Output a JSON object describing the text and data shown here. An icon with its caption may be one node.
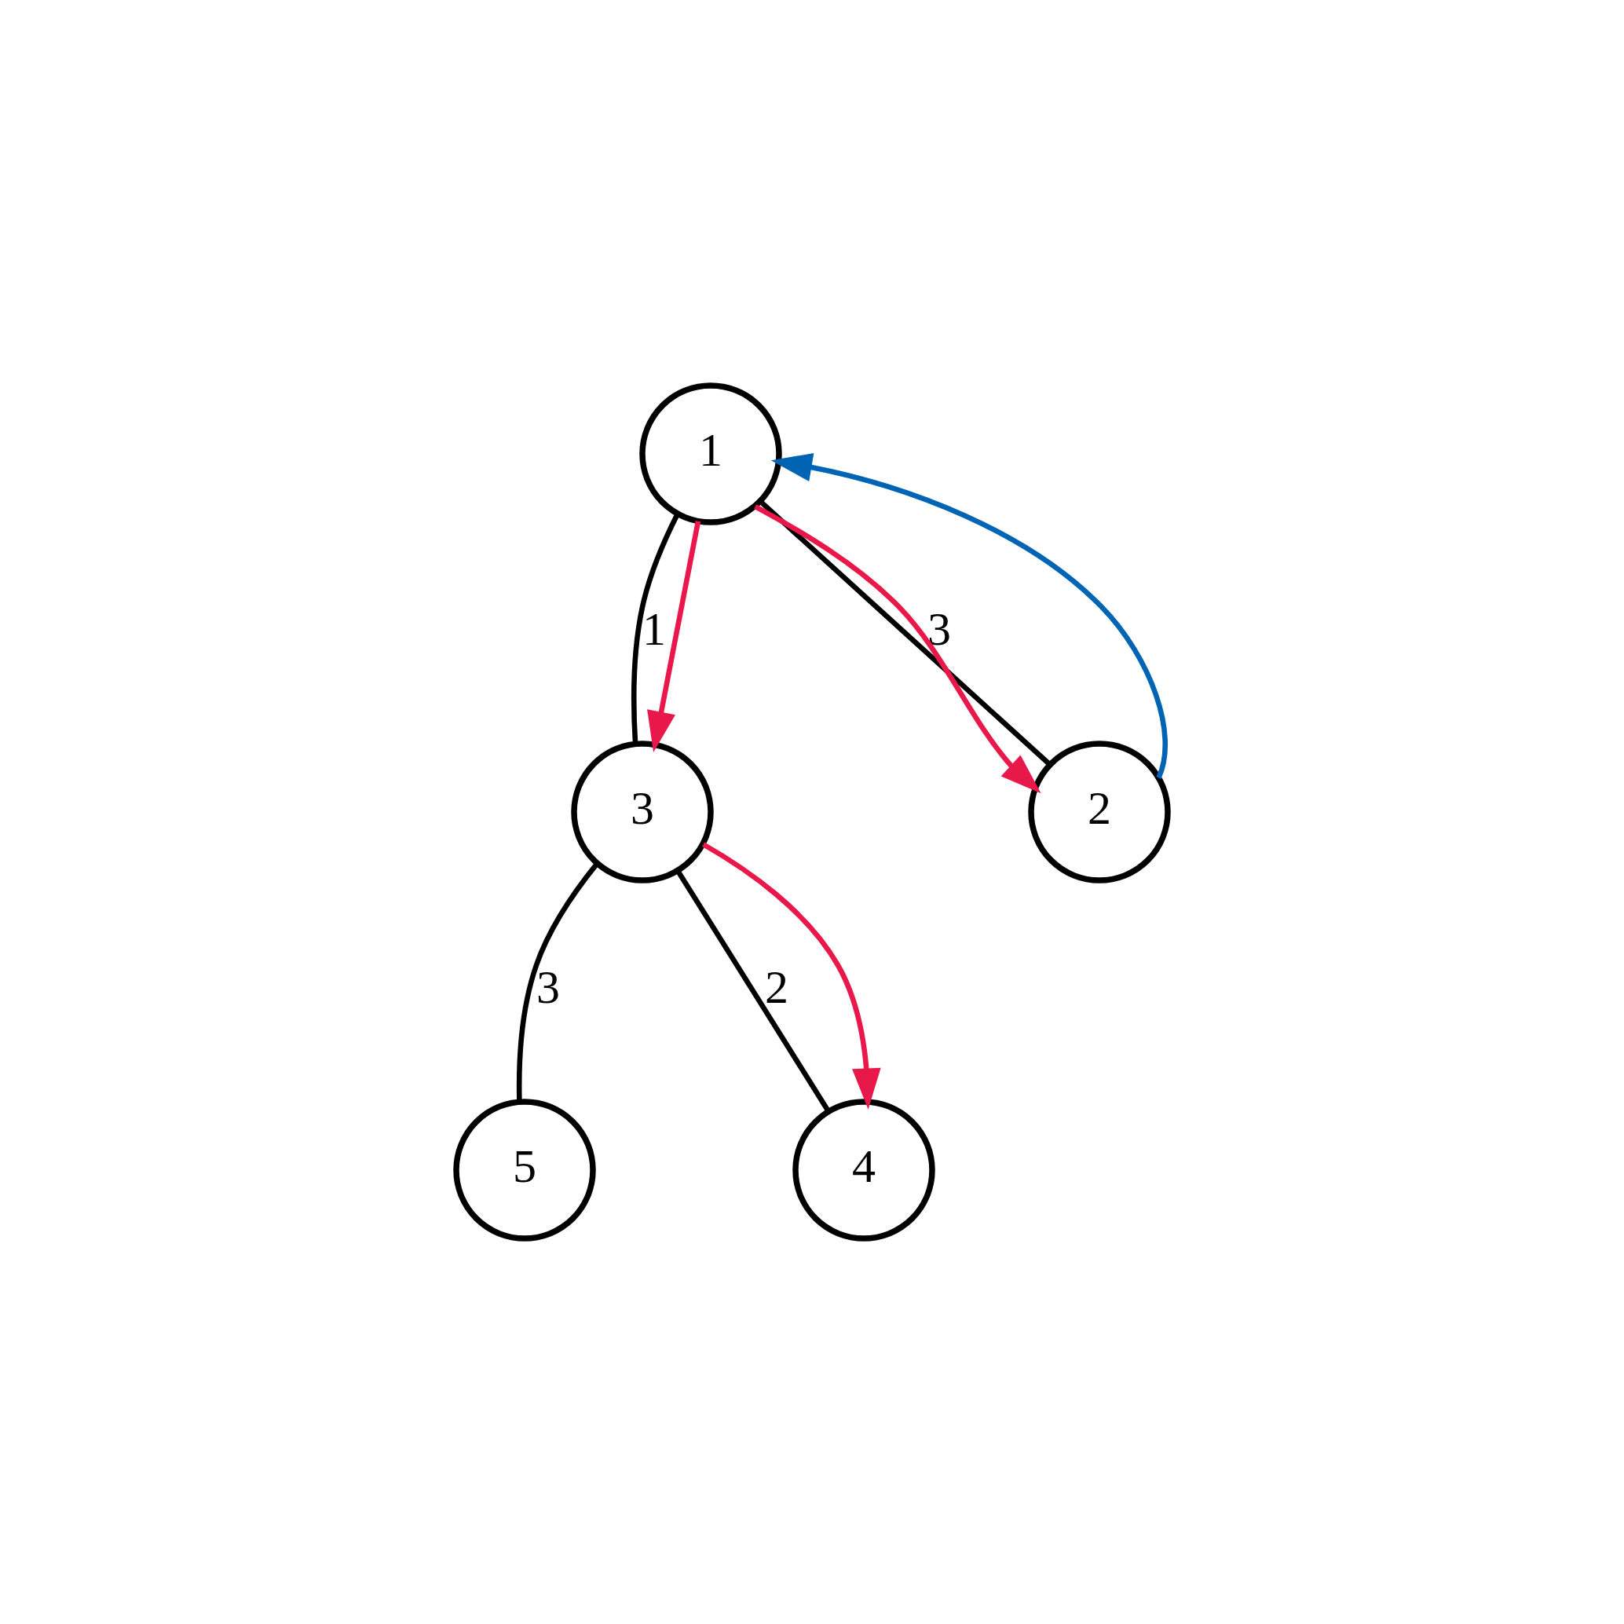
{
  "diagram": {
    "nodes": [
      {
        "text": [
          "1"
        ]
      },
      {
        "text": [
          "3"
        ]
      },
      {
        "text": [
          "2"
        ]
      },
      {
        "text": [
          "5"
        ]
      },
      {
        "text": [
          "4"
        ]
      }
    ],
    "edges": [
      {
        "from": 0,
        "to": 1,
        "label": "1",
        "arrow": "none"
      },
      {
        "from": 0,
        "to": 2,
        "label": "3",
        "arrow": "none"
      },
      {
        "from": 1,
        "to": 3,
        "label": "3",
        "arrow": "none"
      },
      {
        "from": 1,
        "to": 4,
        "label": "2",
        "arrow": "none"
      },
      {
        "from": 0,
        "to": 1,
        "arrow": "to",
        "color": "#e8184a"
      },
      {
        "from": 0,
        "to": 2,
        "arrow": "to",
        "color": "#e8184a"
      },
      {
        "from": 2,
        "to": 0,
        "arrow": "to",
        "color": "#0064b4"
      },
      {
        "from": 1,
        "to": 4,
        "arrow": "to",
        "color": "#e8184a"
      }
    ]
  }
}
